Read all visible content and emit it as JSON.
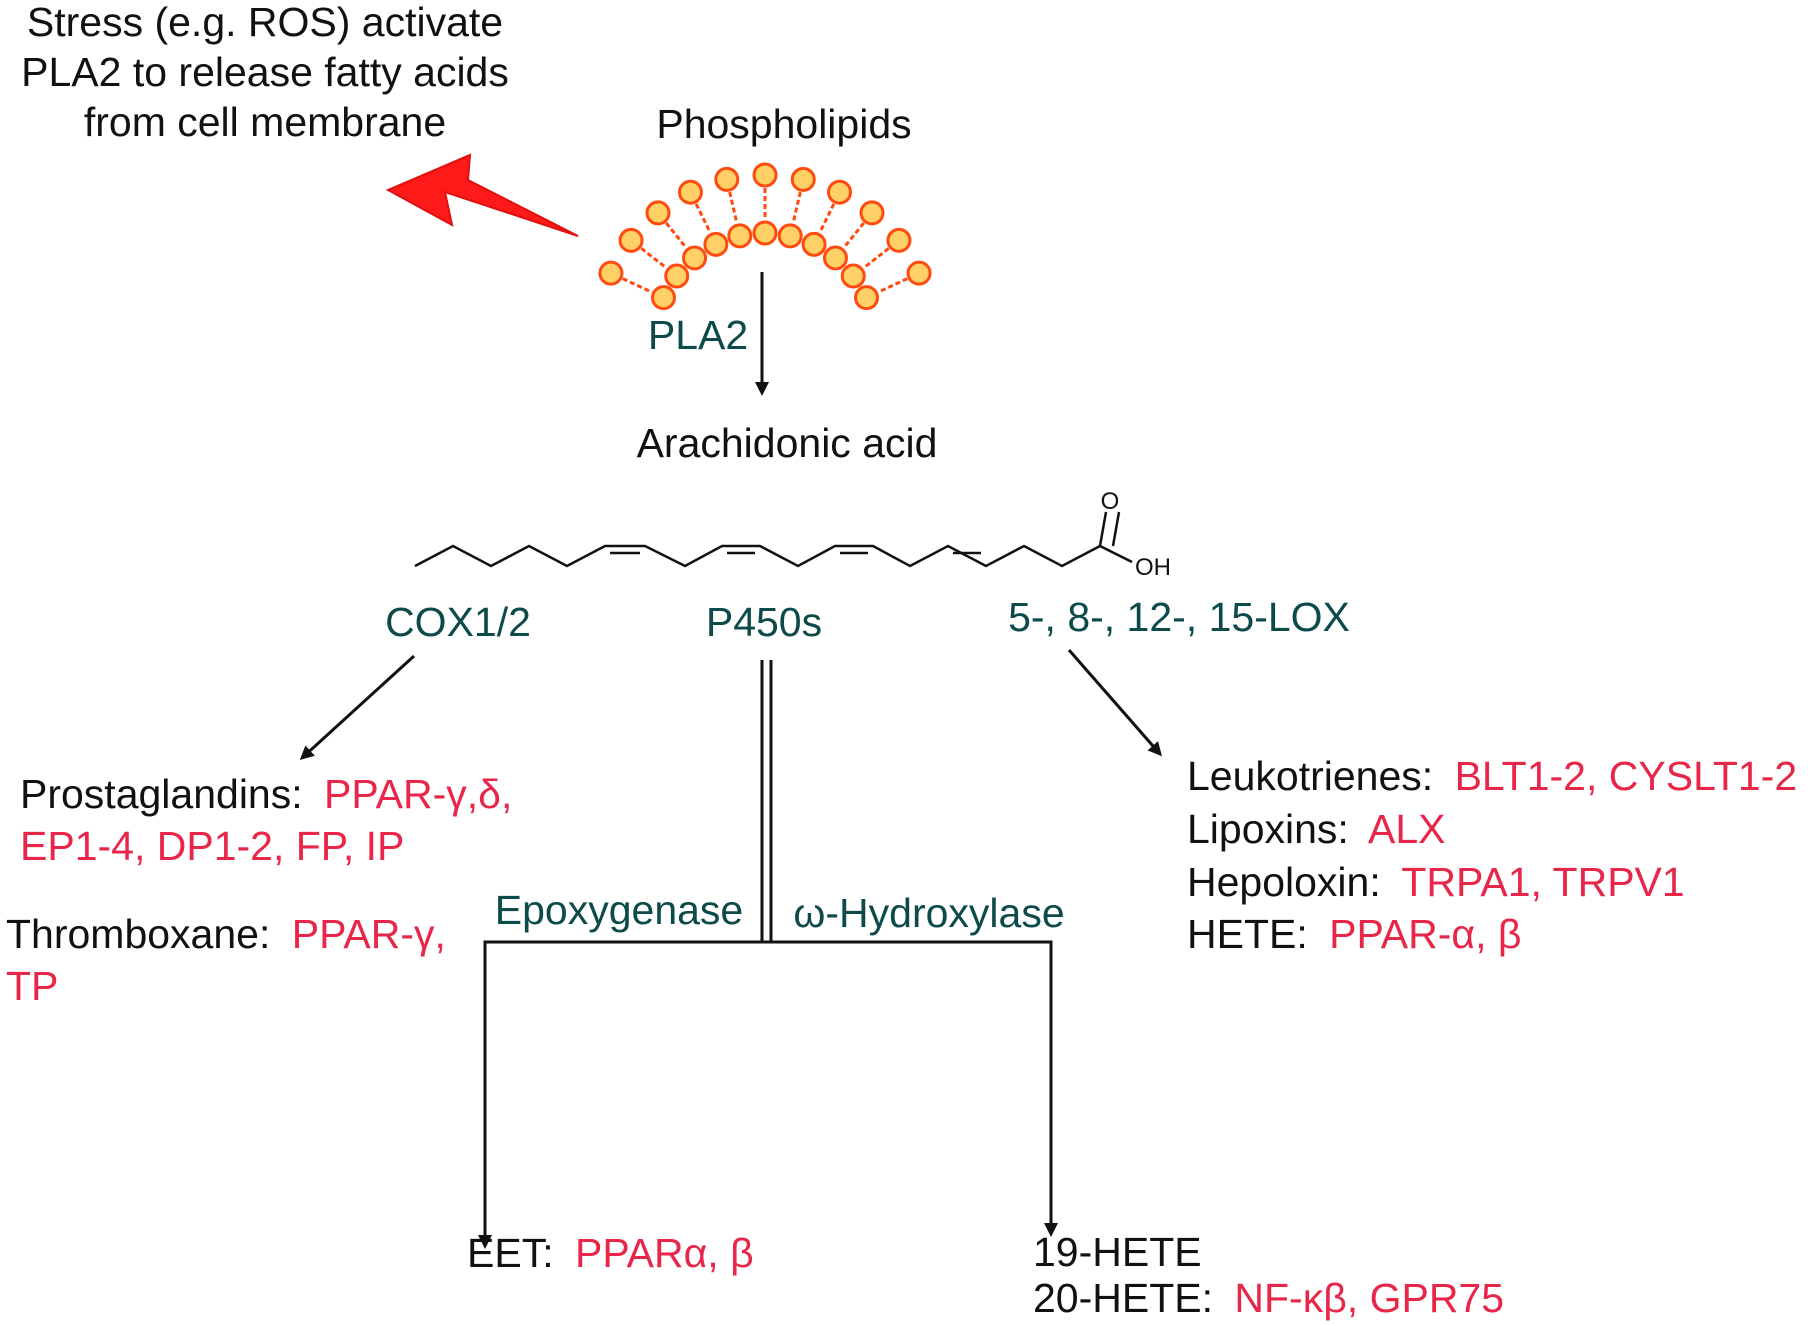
{
  "colors": {
    "text": "#111111",
    "enzyme": "#0d4a4a",
    "receptor": "#e8264a",
    "lightning": "#ff1a1a",
    "lipid_head_fill": "#ffd066",
    "lipid_head_stroke": "#ff4a10"
  },
  "stress_note": {
    "line1": "Stress (e.g. ROS) activate",
    "line2": "PLA2 to release fatty acids",
    "line3": "from cell membrane"
  },
  "phospholipids": {
    "label": "Phospholipids"
  },
  "pla2": {
    "label": "PLA2"
  },
  "arachidonic": {
    "label": "Arachidonic acid",
    "o": "O",
    "oh": "OH"
  },
  "enzymes": {
    "cox": "COX1/2",
    "p450": "P450s",
    "lox": "5-, 8-, 12-, 15-LOX",
    "epoxygenase": "Epoxygenase",
    "hydroxylase": "ω-Hydroxylase"
  },
  "cox_products": {
    "prostaglandins": {
      "name": "Prostaglandins:",
      "receptors_1": "PPAR-γ,δ,",
      "receptors_2": "EP1-4, DP1-2, FP, IP"
    },
    "thromboxane": {
      "name": "Thromboxane:",
      "receptors_1": "PPAR-γ,",
      "receptors_2": "TP"
    }
  },
  "lox_products": [
    {
      "name": "Leukotrienes:",
      "receptors": "BLT1-2, CYSLT1-2"
    },
    {
      "name": "Lipoxins:",
      "receptors": "ALX"
    },
    {
      "name": "Hepoloxin:",
      "receptors": "TRPA1, TRPV1"
    },
    {
      "name": "HETE:",
      "receptors": "PPAR-α, β"
    }
  ],
  "epoxygenase_product": {
    "name": "EET:",
    "receptors": "PPARα, β"
  },
  "hydroxylase_products": {
    "line1": "19-HETE",
    "name2": "20-HETE:",
    "receptors2": "NF-κβ, GPR75"
  }
}
